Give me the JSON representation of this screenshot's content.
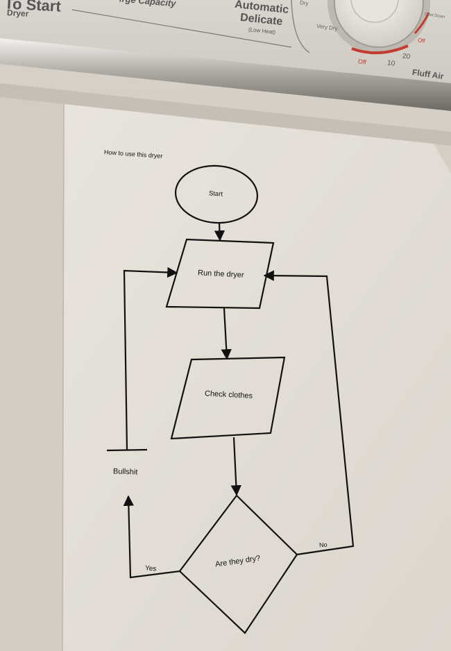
{
  "dryer_panel": {
    "start_label": "ıl To Start",
    "dryer_label": "Dryer",
    "capacity_label": "ırge Capacity",
    "cycle_name_1": "Automatic",
    "cycle_name_2": "Delicate",
    "cycle_heat": "(Low Heat)",
    "dry_label": "Dry",
    "very_dry_label": "Very Dry",
    "off_left_label": "Off",
    "ten_label": "10",
    "twenty_label": "20",
    "off_right_label": "Off",
    "cool_down_label": "Cool Down",
    "fluff_air_label": "Fluff Air",
    "accent_color": "#c43b32"
  },
  "flowchart": {
    "title": "How to use this dryer",
    "start": "Start",
    "run": "Run the dryer",
    "check": "Check clothes",
    "decision": "Are they dry?",
    "bullshit": "Bullshit",
    "yes": "Yes",
    "no": "No"
  }
}
